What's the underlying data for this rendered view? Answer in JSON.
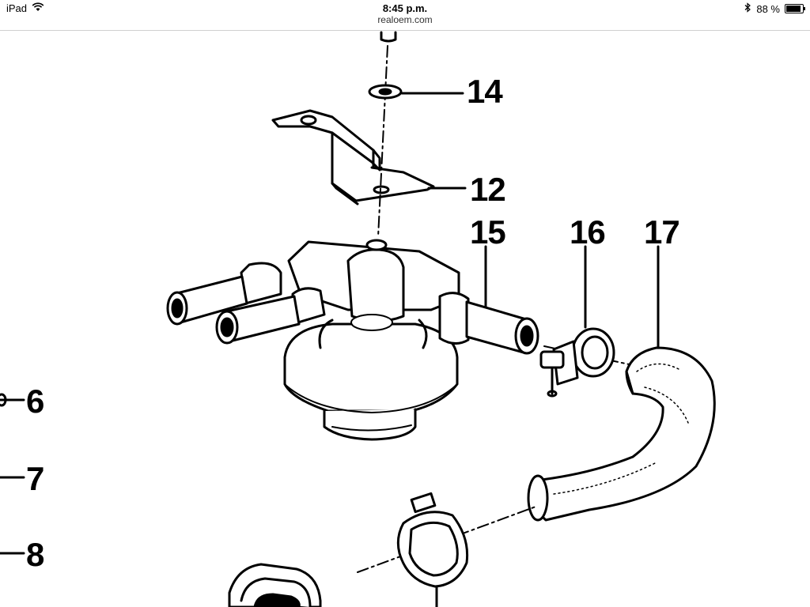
{
  "status_bar": {
    "device": "iPad",
    "time": "8:45 p.m.",
    "battery": "88 %",
    "battery_level": 0.88
  },
  "browser": {
    "url": "realoem.com"
  },
  "diagram": {
    "callouts": [
      "14",
      "12",
      "15",
      "16",
      "17",
      "6",
      "7",
      "8"
    ]
  }
}
